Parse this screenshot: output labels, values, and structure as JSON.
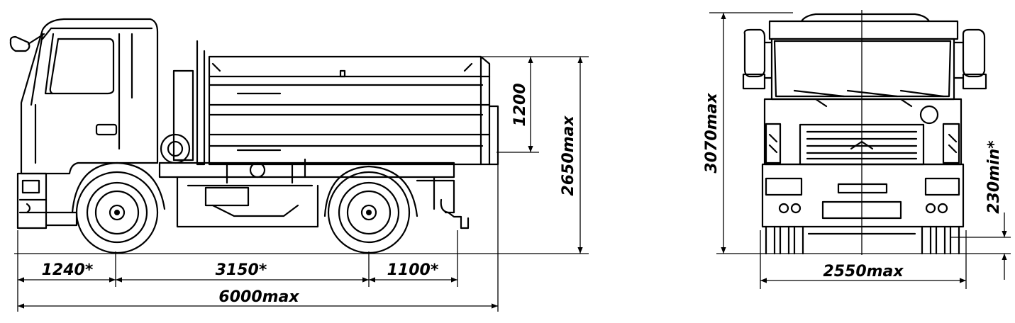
{
  "side_view": {
    "dim_front_overhang": "1240*",
    "dim_wheelbase": "3150*",
    "dim_rear_overhang": "1100*",
    "dim_overall_length": "6000max",
    "dim_body_height": "1200",
    "dim_overall_height": "2650max"
  },
  "front_view": {
    "dim_cab_height": "3070max",
    "dim_ground_clearance": "230min*",
    "dim_overall_width": "2550max"
  },
  "colors": {
    "line": "#000000",
    "background": "#ffffff"
  }
}
